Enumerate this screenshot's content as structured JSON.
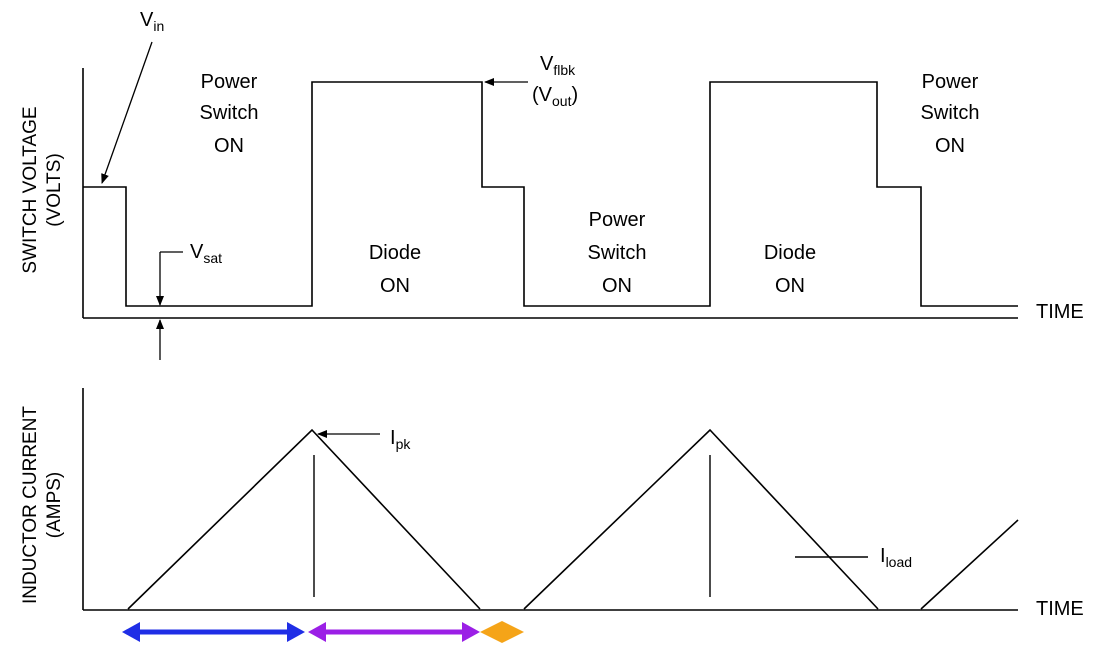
{
  "top_panel": {
    "ylabel_line1": "SWITCH VOLTAGE",
    "ylabel_line2": "(VOLTS)",
    "xlabel": "TIME",
    "vin": {
      "main": "V",
      "sub": "in"
    },
    "vsat": {
      "main": "V",
      "sub": "sat"
    },
    "vflbk": {
      "main": "V",
      "sub": "flbk"
    },
    "vout": {
      "open": "(V",
      "sub": "out",
      "close": ")"
    },
    "regions": [
      {
        "lines": [
          "Power",
          "Switch",
          "ON"
        ]
      },
      {
        "lines": [
          "Diode",
          "ON"
        ]
      },
      {
        "lines": [
          "Power",
          "Switch",
          "ON"
        ]
      },
      {
        "lines": [
          "Diode",
          "ON"
        ]
      },
      {
        "lines": [
          "Power",
          "Switch",
          "ON"
        ]
      }
    ]
  },
  "bottom_panel": {
    "ylabel_line1": "INDUCTOR CURRENT",
    "ylabel_line2": "(AMPS)",
    "xlabel": "TIME",
    "ipk": {
      "main": "I",
      "sub": "pk"
    },
    "iload": {
      "main": "I",
      "sub": "load"
    }
  },
  "phase_arrows": [
    {
      "phase": "switch-on",
      "color": "#1f2ee6"
    },
    {
      "phase": "diode-on",
      "color": "#9b1fe6"
    },
    {
      "phase": "idle",
      "color": "#f5a418"
    }
  ]
}
